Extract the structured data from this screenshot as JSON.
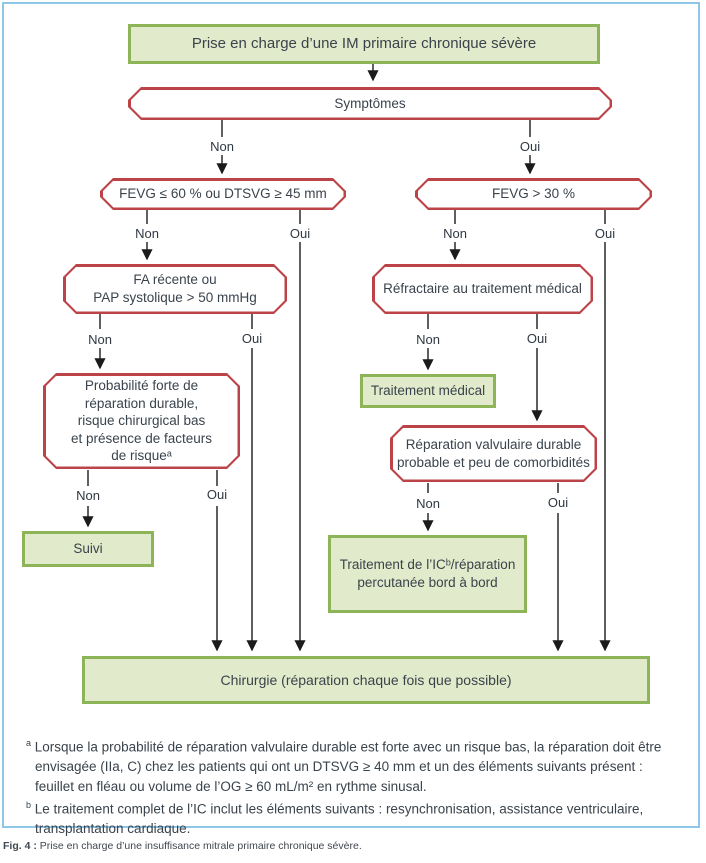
{
  "colors": {
    "green_fill": "#e1eaca",
    "green_border": "#8db457",
    "red_border": "#bc4449",
    "frame_blue": "#8ec7e8",
    "text": "#3a434c",
    "line": "#1b1b1b"
  },
  "labels": {
    "non": "Non",
    "oui": "Oui"
  },
  "nodes": {
    "title": {
      "text": "Prise en charge d’une IM primaire chronique sévère"
    },
    "symptomes": {
      "text": "Symptômes"
    },
    "fevg_left": {
      "text": "FEVG ≤ 60 % ou DTSVG ≥ 45 mm"
    },
    "fevg_right": {
      "text": "FEVG > 30 %"
    },
    "fa": {
      "lines": [
        "FA récente ou",
        "PAP systolique > 50 mmHg"
      ]
    },
    "refractaire": {
      "text": "Réfractaire au traitement médical"
    },
    "probabilite": {
      "lines": [
        "Probabilité forte de",
        "réparation durable,",
        "risque chirurgical bas",
        "et présence de facteurs",
        "de risqueᵃ"
      ]
    },
    "traitement_medical": {
      "text": "Traitement médical"
    },
    "reparation": {
      "lines": [
        "Réparation valvulaire durable",
        "probable et peu de comorbidités"
      ]
    },
    "suivi": {
      "text": "Suivi"
    },
    "traitement_ic": {
      "lines": [
        "Traitement de l’ICᵇ/réparation",
        "percutanée bord à bord"
      ]
    },
    "chirurgie": {
      "text": "Chirurgie (réparation chaque fois que possible)"
    }
  },
  "footnotes": [
    {
      "marker": "a",
      "text": "Lorsque la probabilité de réparation valvulaire durable est forte avec un risque bas, la réparation doit être envisagée (IIa, C) chez les patients qui ont un DTSVG ≥ 40 mm et un des éléments suivants présent : feuillet en fléau ou volume de l’OG ≥ 60 mL/m² en rythme sinusal."
    },
    {
      "marker": "b",
      "text": "Le traitement complet de l’IC inclut les éléments suivants : resynchronisation, assistance ventriculaire, transplantation cardiaque."
    }
  ],
  "caption": {
    "label": "Fig. 4 :",
    "text": "Prise en charge d’une insuffisance mitrale primaire chronique sévère."
  }
}
